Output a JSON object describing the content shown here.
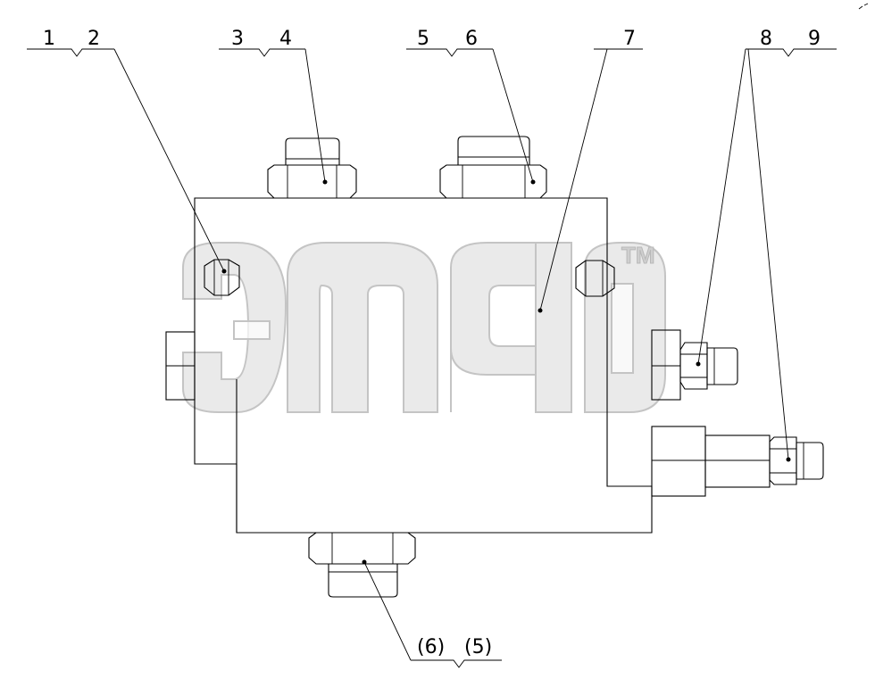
{
  "callouts": {
    "c1": "1",
    "c2": "2",
    "c3": "3",
    "c4": "4",
    "c5": "5",
    "c6": "6",
    "c7": "7",
    "c8": "8",
    "c9": "9",
    "c6b": "(6)",
    "c5b": "(5)"
  },
  "watermark": {
    "mark": "TM"
  }
}
